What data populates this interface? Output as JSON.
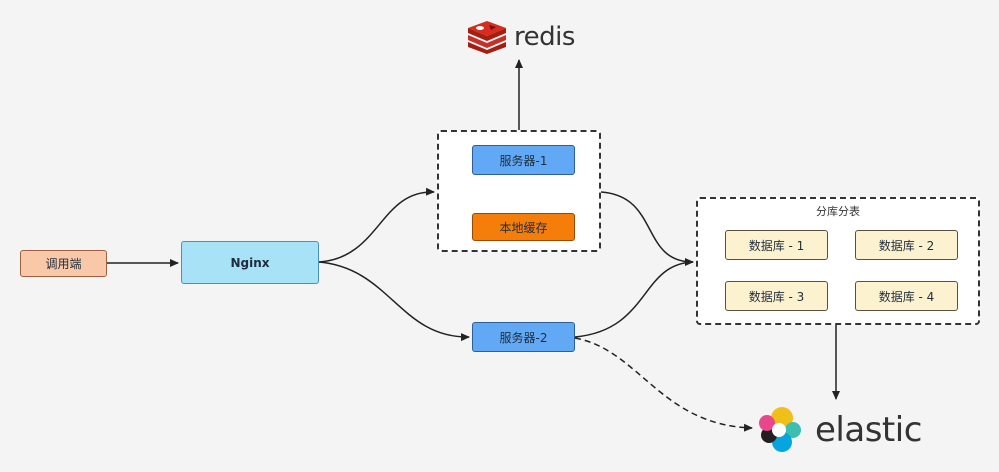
{
  "nodes": {
    "caller": "调用端",
    "nginx": "Nginx",
    "server1": "服务器-1",
    "local_cache": "本地缓存",
    "server2": "服务器-2",
    "shard_group_label": "分库分表",
    "db1": "数据库 - 1",
    "db2": "数据库 - 2",
    "db3": "数据库 - 3",
    "db4": "数据库 - 4"
  },
  "logos": {
    "redis": "redis",
    "elastic": "elastic"
  },
  "colors": {
    "caller_fill": "#f8c8a8",
    "nginx_fill": "#a7e2f7",
    "server_fill": "#61a8f5",
    "cache_fill": "#f57e0b",
    "db_fill": "#fdf2cf",
    "redis_red": "#d82c20",
    "background": "#f4f4f4"
  }
}
